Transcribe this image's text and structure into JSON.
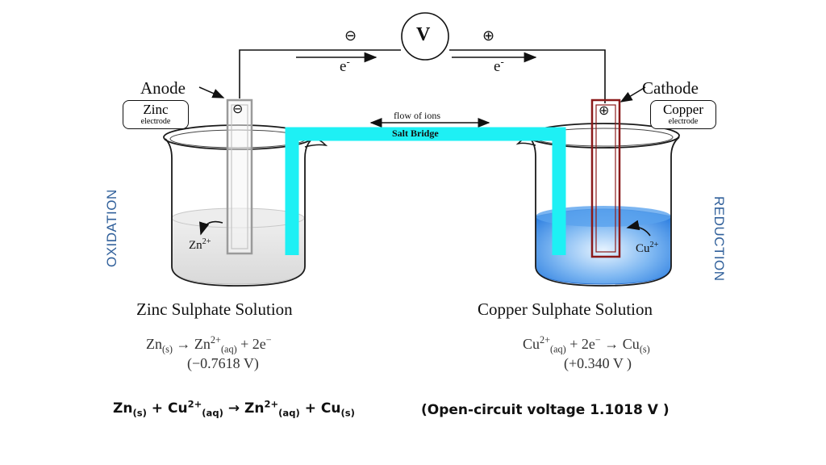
{
  "meter": {
    "symbol": "V",
    "neg": "⊖",
    "pos": "⊕"
  },
  "electron": {
    "symbol": "e",
    "charge": "-"
  },
  "anode": {
    "label": "Anode",
    "metal": "Zinc",
    "sub": "electrode",
    "sign": "⊖"
  },
  "cathode": {
    "label": "Cathode",
    "metal": "Copper",
    "sub": "electrode",
    "sign": "⊕"
  },
  "salt_bridge": {
    "flow": "flow of ions",
    "label": "Salt Bridge"
  },
  "left_side": {
    "process": "OXIDATION",
    "ion": {
      "base": "Zn",
      "sup": "2+"
    },
    "solution": "Zinc Sulphate Solution",
    "eq": {
      "a": "Zn",
      "a_sub": "(s)",
      "arrow": "→",
      "b": "Zn",
      "b_sup": "2+",
      "b_sub": "(aq)",
      "rest": "+ 2e",
      "rest_sup": "−"
    },
    "potential": "(−0.7618 V)"
  },
  "right_side": {
    "process": "REDUCTION",
    "ion": {
      "base": "Cu",
      "sup": "2+"
    },
    "solution": "Copper Sulphate Solution",
    "eq": {
      "a": "Cu",
      "a_sup": "2+",
      "a_sub": "(aq)",
      "mid": "+ 2e",
      "mid_sup": "−",
      "arrow": "→",
      "b": "Cu",
      "b_sub": "(s)"
    },
    "potential": "(+0.340 V )"
  },
  "overall": {
    "a": "Zn",
    "a_sub": "(s)",
    "plus1": "+",
    "b": "Cu",
    "b_sup": "2+",
    "b_sub": "(aq)",
    "arrow": "→",
    "c": "Zn",
    "c_sup": "2+",
    "c_sub": "(aq)",
    "plus2": "+",
    "d": "Cu",
    "d_sub": "(s)",
    "voltage": "(Open-circuit voltage 1.1018 V )"
  },
  "colors": {
    "bridge": "#1ef0f4",
    "copper_rod": "#8b1a1a",
    "solution_blue": "#2e7fe0",
    "process_text": "#2f5f9a"
  }
}
